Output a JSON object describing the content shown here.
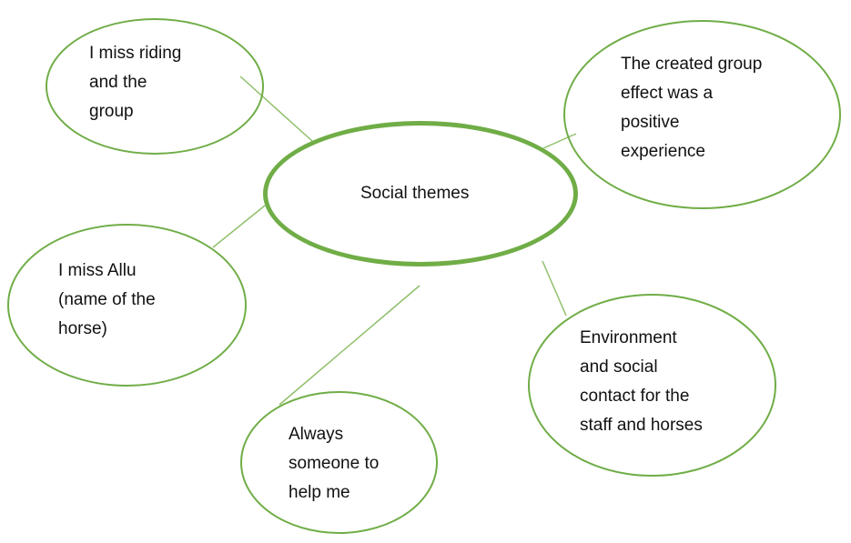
{
  "colors": {
    "node_border": "#70ad47",
    "connector": "#8fbf6a",
    "text": "#111111",
    "background": "#ffffff"
  },
  "center": {
    "label": "Social themes"
  },
  "nodes": {
    "riding": {
      "label": "I miss riding\nand the\ngroup"
    },
    "group_effect": {
      "label": "The created group\neffect was a\npositive\nexperience"
    },
    "allu": {
      "label": "I miss Allu\n(name of the\nhorse)"
    },
    "environment": {
      "label": "Environment\nand social\ncontact for the\nstaff and horses"
    },
    "help": {
      "label": "Always\nsomeone to\nhelp me"
    }
  }
}
